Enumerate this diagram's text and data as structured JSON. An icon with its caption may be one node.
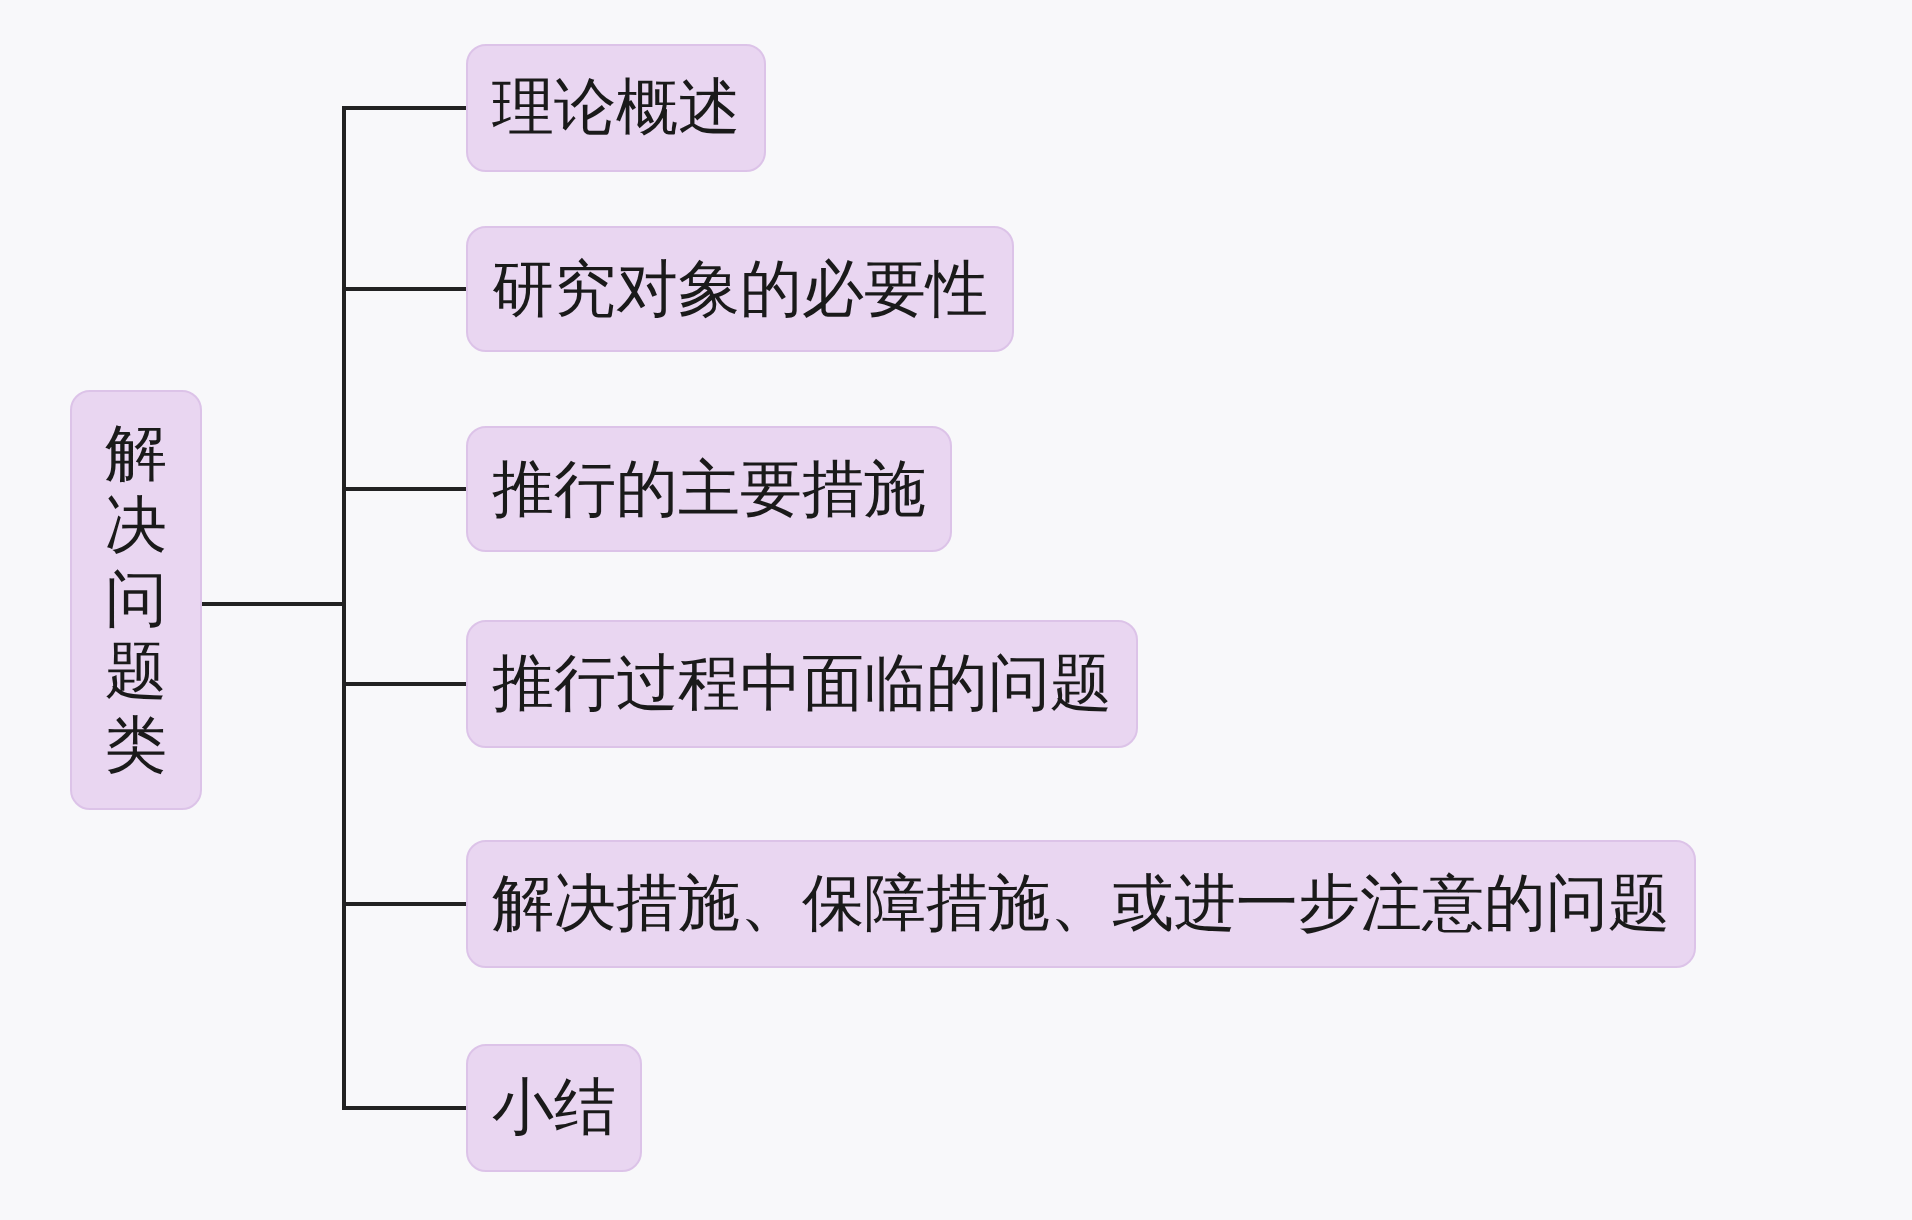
{
  "diagram": {
    "nodes": [
      {
        "text": [
          "解决问题类"
        ]
      },
      {
        "text": [
          "理论概述"
        ]
      },
      {
        "text": [
          "研究对象的必要性"
        ]
      },
      {
        "text": [
          "推行的主要措施"
        ]
      },
      {
        "text": [
          "推行过程中面临的问题"
        ]
      },
      {
        "text": [
          "解决措施、保障措施、或进一步注意的问题"
        ]
      },
      {
        "text": [
          "小结"
        ]
      }
    ],
    "edges": [
      {
        "from": 0,
        "to": 1,
        "arrow": "none"
      },
      {
        "from": 0,
        "to": 2,
        "arrow": "none"
      },
      {
        "from": 0,
        "to": 3,
        "arrow": "none"
      },
      {
        "from": 0,
        "to": 4,
        "arrow": "none"
      },
      {
        "from": 0,
        "to": 5,
        "arrow": "none"
      },
      {
        "from": 0,
        "to": 6,
        "arrow": "none"
      }
    ]
  }
}
